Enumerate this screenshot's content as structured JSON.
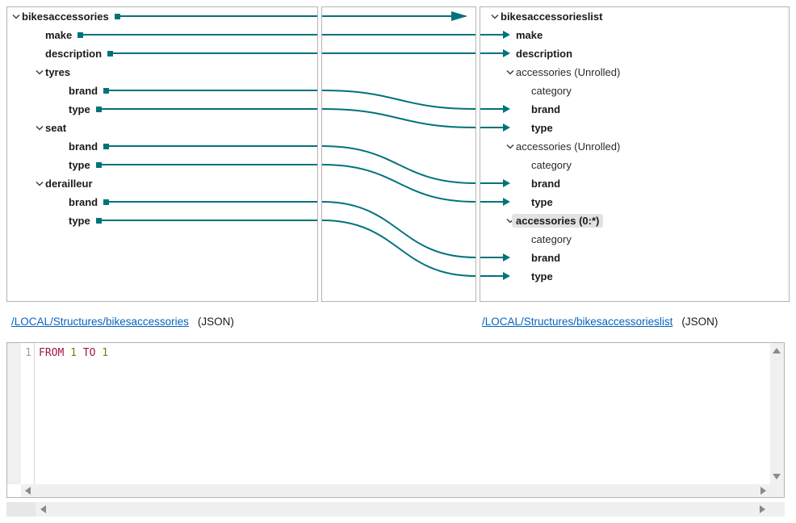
{
  "colors": {
    "teal": "#00737a",
    "link_blue": "#0563c1",
    "highlight_bg": "#e2e2e2",
    "keyword_red": "#9b1b3c",
    "number_olive": "#7d7d00",
    "linenum_gray": "#9e9e9e",
    "scrollbar_track": "#f0f0f0",
    "scrollbar_arrow": "#8a8a8a"
  },
  "source_tree": {
    "rows": [
      {
        "label": "bikesaccessories",
        "level": 0,
        "expandable": true,
        "bold": true,
        "mapped": true
      },
      {
        "label": "make",
        "level": 1,
        "expandable": false,
        "bold": true,
        "mapped": true
      },
      {
        "label": "description",
        "level": 1,
        "expandable": false,
        "bold": true,
        "mapped": true
      },
      {
        "label": "tyres",
        "level": 1,
        "expandable": true,
        "bold": true,
        "mapped": false
      },
      {
        "label": "brand",
        "level": 2,
        "expandable": false,
        "bold": true,
        "mapped": true
      },
      {
        "label": "type",
        "level": 2,
        "expandable": false,
        "bold": true,
        "mapped": true
      },
      {
        "label": "seat",
        "level": 1,
        "expandable": true,
        "bold": true,
        "mapped": false
      },
      {
        "label": "brand",
        "level": 2,
        "expandable": false,
        "bold": true,
        "mapped": true
      },
      {
        "label": "type",
        "level": 2,
        "expandable": false,
        "bold": true,
        "mapped": true
      },
      {
        "label": "derailleur",
        "level": 1,
        "expandable": true,
        "bold": true,
        "mapped": false
      },
      {
        "label": "brand",
        "level": 2,
        "expandable": false,
        "bold": true,
        "mapped": true
      },
      {
        "label": "type",
        "level": 2,
        "expandable": false,
        "bold": true,
        "mapped": true
      }
    ],
    "link": {
      "path": "/LOCAL/Structures/bikesaccessories",
      "format": "(JSON)"
    }
  },
  "target_tree": {
    "rows": [
      {
        "label": "bikesaccessorieslist",
        "level": 0,
        "expandable": true,
        "bold": true,
        "arrow": false
      },
      {
        "label": "make",
        "level": 1,
        "expandable": false,
        "bold": true,
        "arrow": true
      },
      {
        "label": "description",
        "level": 1,
        "expandable": false,
        "bold": true,
        "arrow": true
      },
      {
        "label": "accessories (Unrolled)",
        "level": 1,
        "expandable": true,
        "bold": false,
        "arrow": false
      },
      {
        "label": "category",
        "level": 2,
        "expandable": false,
        "bold": false,
        "arrow": false
      },
      {
        "label": "brand",
        "level": 2,
        "expandable": false,
        "bold": true,
        "arrow": true
      },
      {
        "label": "type",
        "level": 2,
        "expandable": false,
        "bold": true,
        "arrow": true
      },
      {
        "label": "accessories (Unrolled)",
        "level": 1,
        "expandable": true,
        "bold": false,
        "arrow": false
      },
      {
        "label": "category",
        "level": 2,
        "expandable": false,
        "bold": false,
        "arrow": false
      },
      {
        "label": "brand",
        "level": 2,
        "expandable": false,
        "bold": true,
        "arrow": true
      },
      {
        "label": "type",
        "level": 2,
        "expandable": false,
        "bold": true,
        "arrow": true
      },
      {
        "label": "accessories (0:*)",
        "level": 1,
        "expandable": true,
        "bold": true,
        "arrow": false,
        "highlight": true
      },
      {
        "label": "category",
        "level": 2,
        "expandable": false,
        "bold": false,
        "arrow": false
      },
      {
        "label": "brand",
        "level": 2,
        "expandable": false,
        "bold": true,
        "arrow": true
      },
      {
        "label": "type",
        "level": 2,
        "expandable": false,
        "bold": true,
        "arrow": true
      }
    ],
    "link": {
      "path": "/LOCAL/Structures/bikesaccessorieslist",
      "format": "(JSON)"
    }
  },
  "mappings": [
    {
      "from": 0,
      "to": 0,
      "end": "mid"
    },
    {
      "from": 1,
      "to": 1
    },
    {
      "from": 2,
      "to": 2
    },
    {
      "from": 4,
      "to": 5
    },
    {
      "from": 5,
      "to": 6
    },
    {
      "from": 7,
      "to": 9
    },
    {
      "from": 8,
      "to": 10
    },
    {
      "from": 10,
      "to": 13
    },
    {
      "from": 11,
      "to": 14
    }
  ],
  "editor": {
    "line_number": "1",
    "tokens": [
      {
        "text": "FROM",
        "type": "kw"
      },
      {
        "text": " ",
        "type": "plain"
      },
      {
        "text": "1",
        "type": "num"
      },
      {
        "text": " ",
        "type": "plain"
      },
      {
        "text": "TO",
        "type": "kw"
      },
      {
        "text": " ",
        "type": "plain"
      },
      {
        "text": "1",
        "type": "num"
      }
    ]
  }
}
